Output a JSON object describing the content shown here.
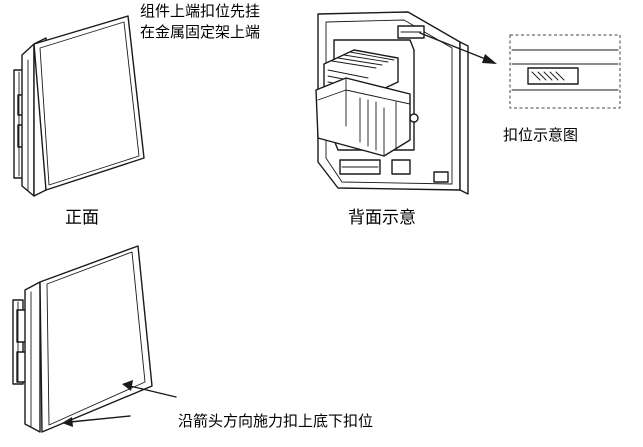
{
  "labels": {
    "top_note_line1": "组件上端扣位先挂",
    "top_note_line2": "在金属固定架上端",
    "front_caption": "正面",
    "back_caption": "背面示意",
    "detail_caption": "扣位示意图",
    "bottom_note": "沿箭头方向施力扣上底下扣位"
  }
}
